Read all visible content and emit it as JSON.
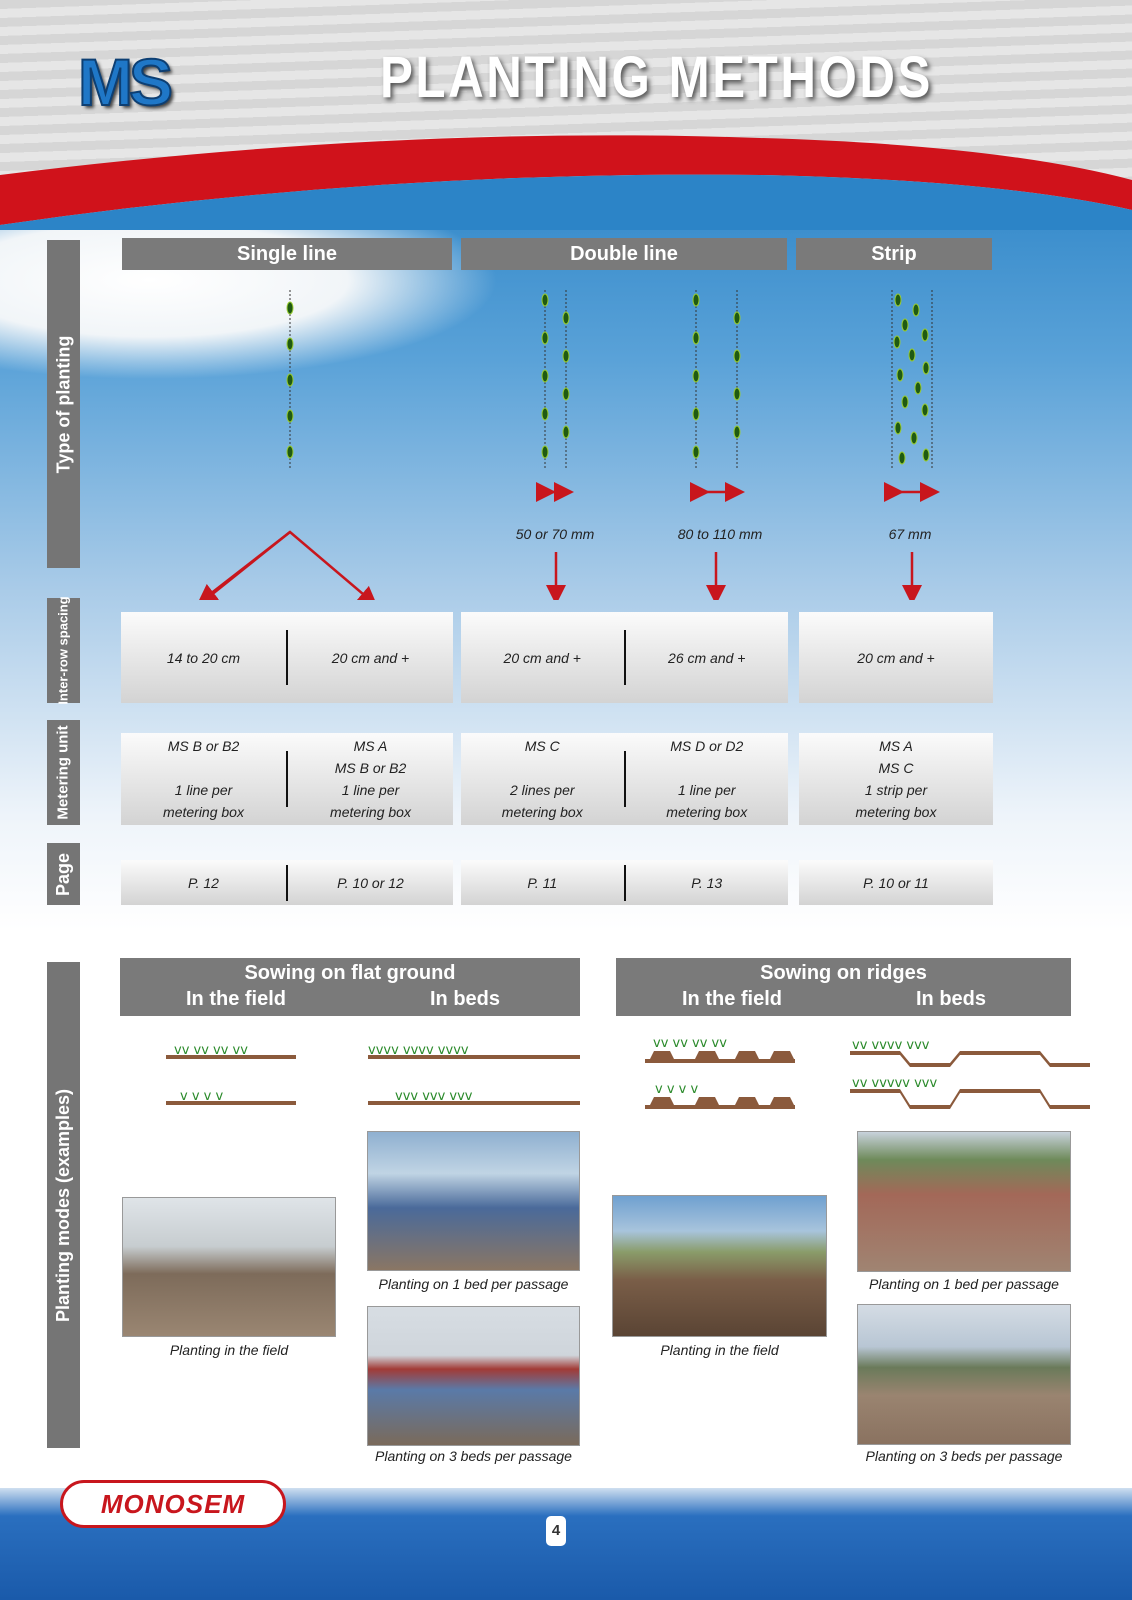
{
  "header": {
    "logo_text": "MS",
    "title": "PLANTING METHODS"
  },
  "side_labels": {
    "type": "Type of planting",
    "spacing": "Inter-row spacing",
    "metering": "Metering unit",
    "page": "Page",
    "modes": "Planting modes (examples)"
  },
  "columns": [
    {
      "title": "Single line"
    },
    {
      "title": "Double line"
    },
    {
      "title": "Strip"
    }
  ],
  "row_spacing_labels": [
    "50 or 70 mm",
    "80 to 110 mm",
    "67 mm"
  ],
  "inter_row": [
    "14 to 20 cm",
    "20 cm and +",
    "20 cm and +",
    "26 cm and +",
    "20 cm and +"
  ],
  "metering": [
    {
      "unit": "MS B or B2",
      "mode": "1 line per metering box"
    },
    {
      "unit": "MS A / MS B or B2",
      "unit_l1": "MS A",
      "unit_l2": "MS B or B2",
      "mode": "1 line per metering box"
    },
    {
      "unit": "MS C",
      "mode": "2 lines per metering box"
    },
    {
      "unit": "MS D or D2",
      "mode": "1 line per metering box"
    },
    {
      "unit_l1": "MS A",
      "unit_l2": "MS C",
      "mode": "1 strip per metering box"
    }
  ],
  "pages": [
    "P. 12",
    "P. 10 or 12",
    "P. 11",
    "P. 13",
    "P. 10 or 11"
  ],
  "modes": {
    "flat": {
      "title": "Sowing on flat ground",
      "field": "In the field",
      "beds": "In beds"
    },
    "ridges": {
      "title": "Sowing on ridges",
      "field": "In the field",
      "beds": "In beds"
    },
    "captions": {
      "flat_field": "Planting in the field",
      "flat_bed1": "Planting on 1 bed per passage",
      "flat_bed3": "Planting on 3 beds per passage",
      "ridge_field": "Planting in the field",
      "ridge_bed1": "Planting on 1 bed per passage",
      "ridge_bed3": "Planting on 3 beds per passage"
    }
  },
  "footer": {
    "brand": "MONOSEM",
    "page_number": "4"
  },
  "colors": {
    "red": "#c8161d",
    "gray": "#7a7a7a",
    "blue": "#1f77c7"
  }
}
